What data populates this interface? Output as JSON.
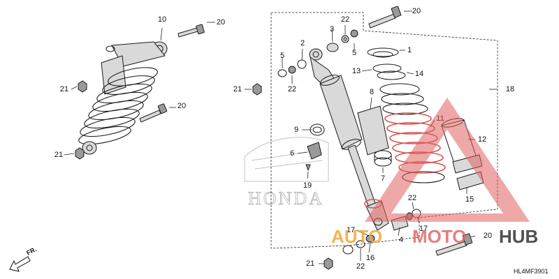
{
  "diagram": {
    "code": "HL4MF3901",
    "fr_label": "FR.",
    "brand_watermark": "HONDA",
    "site_watermark": {
      "part1": "AUTO",
      "part2": "MOTO",
      "part3": "HUB"
    },
    "callouts": [
      "1",
      "2",
      "3",
      "4",
      "5",
      "6",
      "7",
      "8",
      "9",
      "10",
      "11",
      "12",
      "13",
      "14",
      "15",
      "16",
      "17",
      "18",
      "19",
      "20",
      "21",
      "22"
    ]
  },
  "labels": {
    "c20a": "20",
    "c10": "10",
    "c21a": "21",
    "c20b": "20",
    "c21b": "21",
    "c22a": "22",
    "c20c": "20",
    "c3": "3",
    "c5a": "5",
    "c2": "2",
    "c1": "1",
    "c5b": "5",
    "c21c": "21",
    "c22b": "22",
    "c13": "13",
    "c14": "14",
    "c18": "18",
    "c8": "8",
    "c11": "11",
    "c9": "9",
    "c12": "12",
    "c6": "6",
    "c7": "7",
    "c19": "19",
    "c15": "15",
    "c22c": "22",
    "c17a": "17",
    "c17b": "17",
    "c4": "4",
    "c20d": "20",
    "c22d": "22",
    "c16": "16",
    "c21d": "21"
  }
}
